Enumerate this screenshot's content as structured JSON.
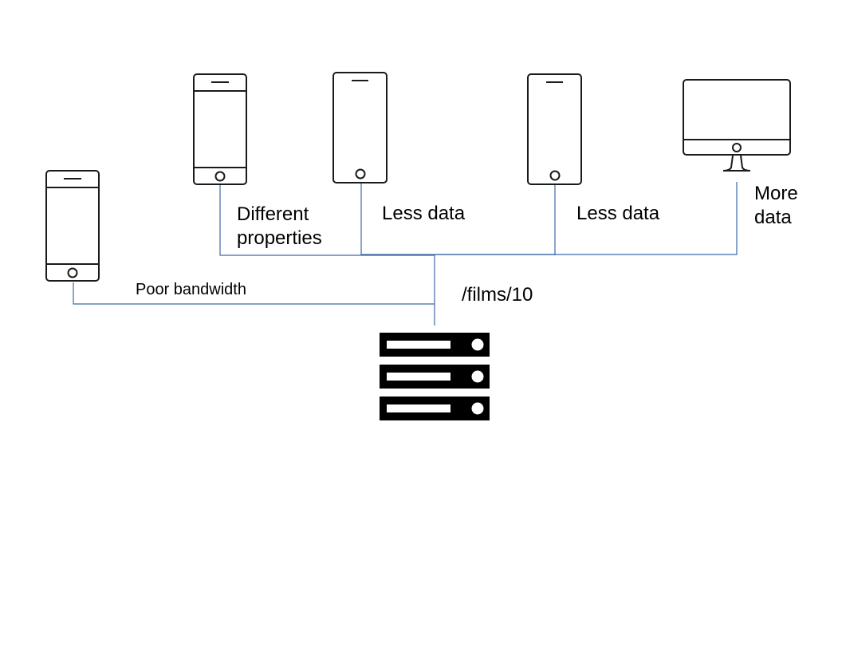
{
  "diagram": {
    "endpoint": "/films/10",
    "clients": [
      {
        "device": "phone",
        "label": "Poor bandwidth",
        "icon": "smartphone-icon"
      },
      {
        "device": "phone",
        "label": "Different properties",
        "label_lines": [
          "Different",
          "properties"
        ],
        "icon": "smartphone-icon"
      },
      {
        "device": "phone",
        "label": "Less data",
        "icon": "smartphone-icon"
      },
      {
        "device": "phone",
        "label": "Less data",
        "icon": "smartphone-icon"
      },
      {
        "device": "desktop",
        "label": "More data",
        "label_lines": [
          "More",
          "data"
        ],
        "icon": "desktop-monitor-icon"
      }
    ],
    "server": {
      "icon": "server-rack-icon"
    },
    "colors": {
      "connector": "#3d6aa6",
      "device_stroke": "#1a1a1a",
      "server_fill": "#000000"
    }
  }
}
